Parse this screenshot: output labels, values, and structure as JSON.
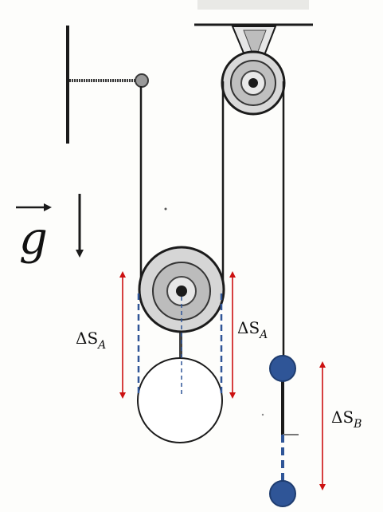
{
  "labels": {
    "gravity_vector": "g",
    "delta_sa_left": {
      "delta": "ΔS",
      "sub": "A"
    },
    "delta_sa_right": {
      "delta": "ΔS",
      "sub": "A"
    },
    "delta_sb": {
      "delta": "ΔS",
      "sub": "B"
    }
  },
  "colors": {
    "ink": "#1b1b1b",
    "displacement_arrow": "#cc1111",
    "guide_dash": "#2f5597",
    "mass_b_fill": "#2f5597",
    "mass_a_fill": "#ffffff",
    "paper": "#ffffff"
  }
}
